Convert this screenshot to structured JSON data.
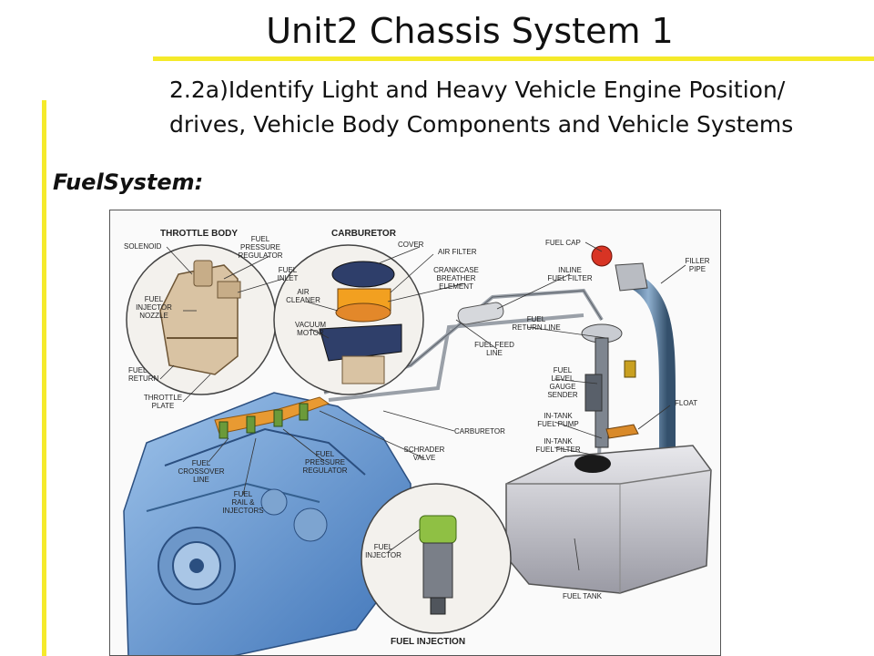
{
  "slide": {
    "title": "Unit2 Chassis System 1",
    "subtitle_line1": "2.2a)Identify Light and Heavy Vehicle Engine Position/",
    "subtitle_line2": "drives, Vehicle  Body Components and Vehicle Systems",
    "section_heading": "FuelSystem:",
    "accent_color": "#f5ea2a"
  },
  "diagram": {
    "headers": {
      "throttle_body": "THROTTLE BODY",
      "carburetor": "CARBURETOR",
      "fuel_injection": "FUEL INJECTION"
    },
    "labels": {
      "solenoid": "SOLENOID",
      "fuel_pressure_regulator_top": [
        "FUEL",
        "PRESSURE",
        "REGULATOR"
      ],
      "fuel_inlet": [
        "FUEL",
        "INLET"
      ],
      "fuel_injector_nozzle": [
        "FUEL",
        "INJECTOR",
        "NOZZLE"
      ],
      "fuel_return_left": [
        "FUEL",
        "RETURN"
      ],
      "throttle_plate": [
        "THROTTLE",
        "PLATE"
      ],
      "cover": "COVER",
      "air_filter": "AIR FILTER",
      "crankcase_breather": [
        "CRANKCASE",
        "BREATHER",
        "ELEMENT"
      ],
      "air_cleaner": [
        "AIR",
        "CLEANER"
      ],
      "vacuum_motor": [
        "VACUUM",
        "MOTOR"
      ],
      "fuel_cap": "FUEL CAP",
      "inline_fuel_filter": [
        "INLINE",
        "FUEL FILTER"
      ],
      "filler_pipe": [
        "FILLER",
        "PIPE"
      ],
      "fuel_return_line": [
        "FUEL",
        "RETURN LINE"
      ],
      "fuel_feed_line": [
        "FUEL FEED",
        "LINE"
      ],
      "fuel_level_gauge_sender": [
        "FUEL",
        "LEVEL",
        "GAUGE",
        "SENDER"
      ],
      "float": "FLOAT",
      "in_tank_fuel_pump": [
        "IN-TANK",
        "FUEL PUMP"
      ],
      "in_tank_fuel_filter": [
        "IN-TANK",
        "FUEL FILTER"
      ],
      "carburetor_pointer": "CARBURETOR",
      "schrader_valve": [
        "SCHRADER",
        "VALVE"
      ],
      "fuel_pressure_regulator_bottom": [
        "FUEL",
        "PRESSURE",
        "REGULATOR"
      ],
      "fuel_crossover_line": [
        "FUEL",
        "CROSSOVER",
        "LINE"
      ],
      "fuel_rail_injectors": [
        "FUEL",
        "RAIL &",
        "INJECTORS"
      ],
      "fuel_injector": [
        "FUEL",
        "INJECTOR"
      ],
      "fuel_tank": "FUEL TANK"
    }
  }
}
